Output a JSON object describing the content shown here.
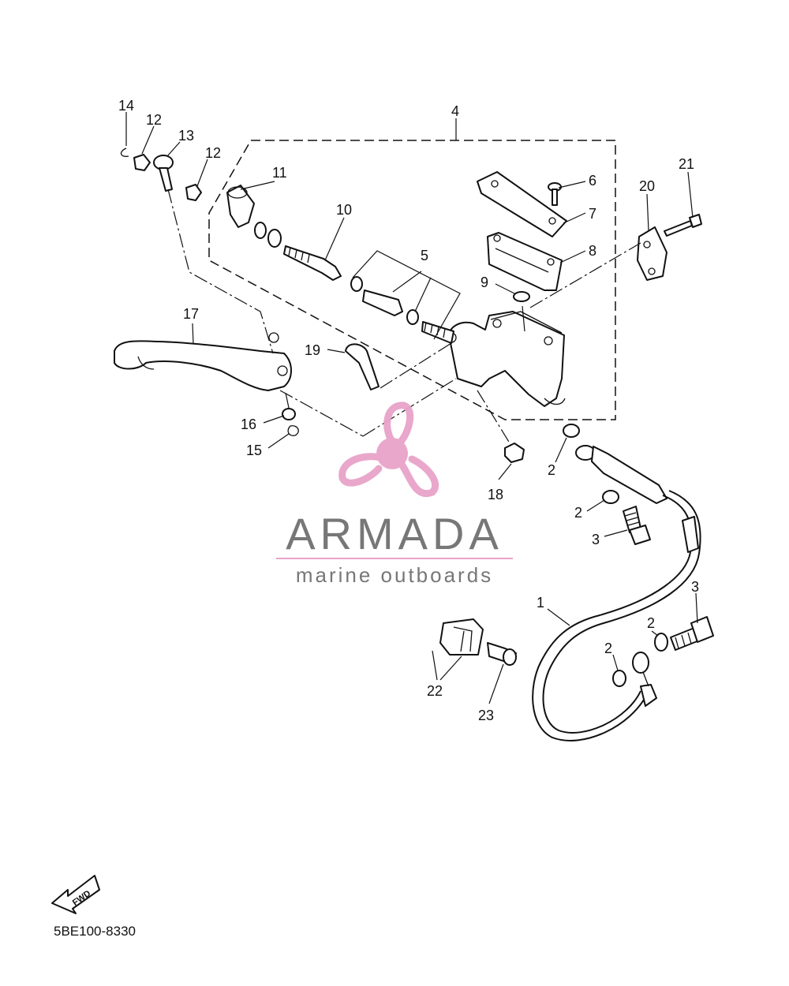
{
  "diagram": {
    "callouts": {
      "c1": "1",
      "c2a": "2",
      "c2b": "2",
      "c2c": "2",
      "c2d": "2",
      "c3a": "3",
      "c3b": "3",
      "c4": "4",
      "c5": "5",
      "c6": "6",
      "c7": "7",
      "c8": "8",
      "c9": "9",
      "c10": "10",
      "c11": "11",
      "c12a": "12",
      "c12b": "12",
      "c13": "13",
      "c14": "14",
      "c15": "15",
      "c16": "16",
      "c17": "17",
      "c18": "18",
      "c19": "19",
      "c20": "20",
      "c21": "21",
      "c22": "22",
      "c23": "23"
    },
    "fwd_label": "FWD",
    "diagram_code": "5BE100-8330"
  },
  "watermark": {
    "brand": "ARMADA",
    "tagline": "marine outboards",
    "color": "#e8a3c9"
  }
}
